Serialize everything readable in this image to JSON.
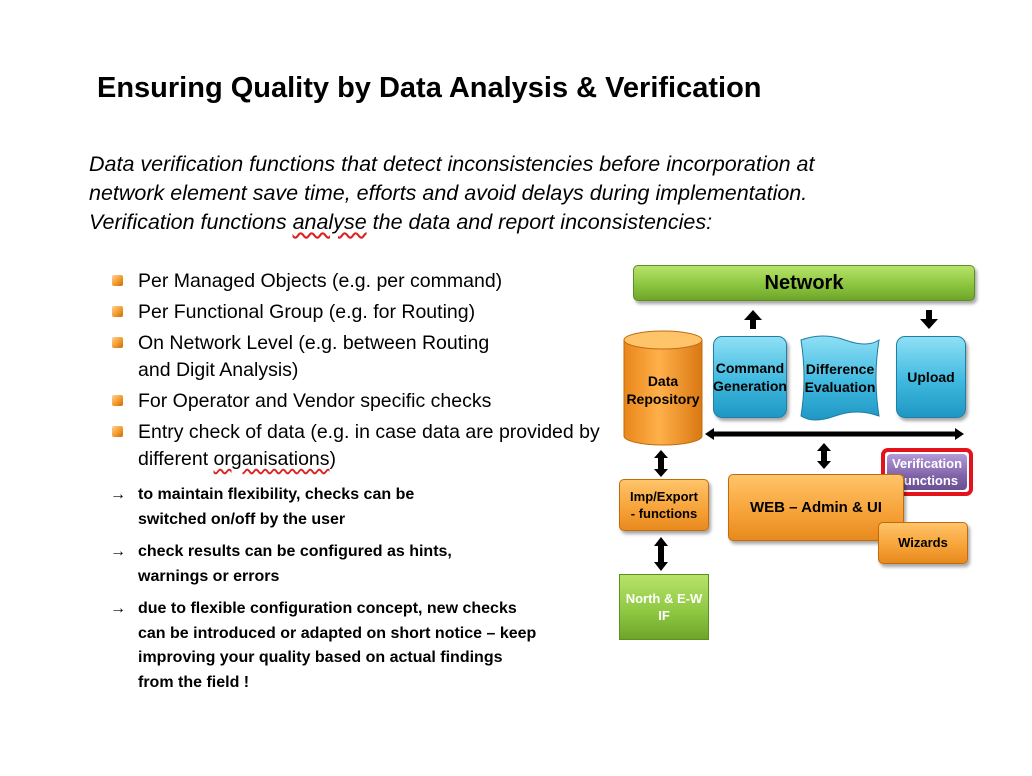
{
  "title": "Ensuring Quality by Data Analysis & Verification",
  "intro": {
    "line1": "Data verification functions that detect inconsistencies before incorporation at",
    "line2": "network element save time, efforts and avoid delays during implementation.",
    "line3_pre": "Verification functions ",
    "line3_word": "analyse",
    "line3_post": " the data and report inconsistencies:"
  },
  "bullets": [
    "Per Managed Objects (e.g. per command)",
    "Per Functional Group (e.g. for Routing)",
    "On Network Level (e.g. between Routing and Digit Analysis)",
    "For Operator and Vendor specific checks"
  ],
  "bullet5": {
    "pre": "Entry check of data (e.g. in case data are provided by different ",
    "word": "organisations",
    "post": ")"
  },
  "arrow_glyph": "→",
  "notes": [
    "to maintain flexibility, checks can be switched on/off by the user",
    "check results can be configured as hints, warnings or errors",
    "due to flexible configuration concept, new checks can be introduced or adapted on short notice – keep improving your quality based on actual findings from the field !"
  ],
  "diagram": {
    "network": "Network",
    "data_repository": [
      "Data",
      "Repository"
    ],
    "command_generation": [
      "Command",
      "Generation"
    ],
    "difference_evaluation": [
      "Difference",
      "Evaluation"
    ],
    "upload": "Upload",
    "verification_functions": [
      "Verification",
      "Functions"
    ],
    "imp_export": [
      "Imp/Export",
      "- functions"
    ],
    "web_admin": "WEB – Admin & UI",
    "wizards": "Wizards",
    "north_ew": [
      "North & E-W",
      "IF"
    ]
  },
  "colors": {
    "green": "#8cc63f",
    "blue": "#3fb9df",
    "orange": "#f7a43a",
    "purple": "#8064a8",
    "highlight_red": "#e3121b"
  }
}
